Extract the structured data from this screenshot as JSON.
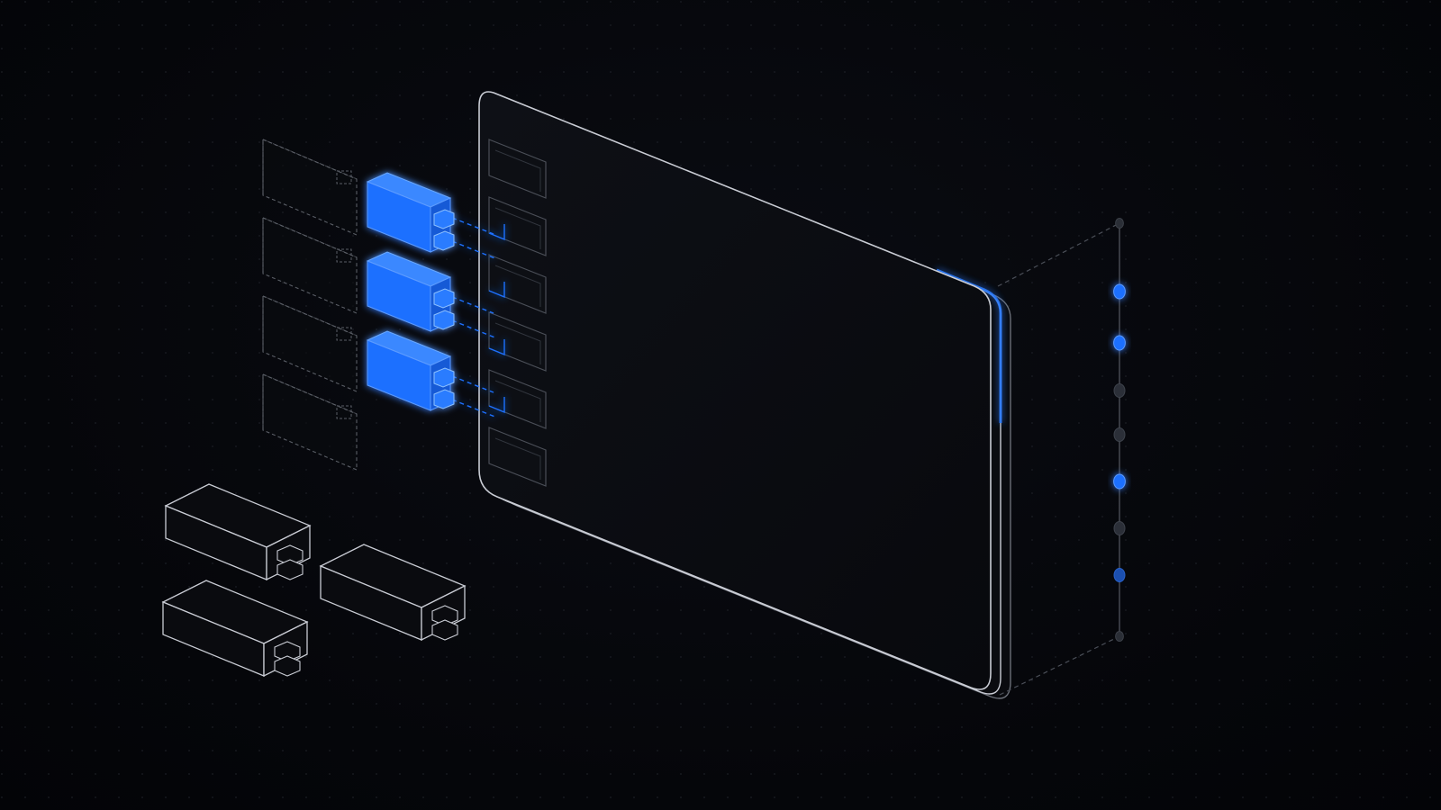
{
  "theme": {
    "background": "#05060a",
    "accent": "#1f6fff",
    "accent_glow": "#2a7bff",
    "outline": "#c9ccd4",
    "outline_dim": "#6b6f78",
    "panel_fill": "#0b0c10"
  },
  "diagram": {
    "type": "isometric-illustration",
    "icons": {
      "module": "module-box-icon",
      "board": "board-panel-icon",
      "indicator": "status-dot-icon"
    },
    "board": {
      "slots": [
        {
          "state": "empty"
        },
        {
          "state": "connected"
        },
        {
          "state": "connected"
        },
        {
          "state": "connected"
        },
        {
          "state": "connected"
        },
        {
          "state": "empty"
        }
      ]
    },
    "stack_modules": [
      {
        "state": "ghost"
      },
      {
        "state": "active"
      },
      {
        "state": "ghost"
      },
      {
        "state": "active"
      },
      {
        "state": "ghost"
      },
      {
        "state": "active"
      },
      {
        "state": "ghost"
      }
    ],
    "loose_modules": [
      {
        "state": "idle"
      },
      {
        "state": "idle"
      },
      {
        "state": "idle"
      }
    ],
    "indicators": [
      {
        "state": "endpoint"
      },
      {
        "state": "active"
      },
      {
        "state": "active"
      },
      {
        "state": "inactive"
      },
      {
        "state": "inactive"
      },
      {
        "state": "active"
      },
      {
        "state": "inactive"
      },
      {
        "state": "active-dim"
      },
      {
        "state": "endpoint"
      }
    ]
  }
}
